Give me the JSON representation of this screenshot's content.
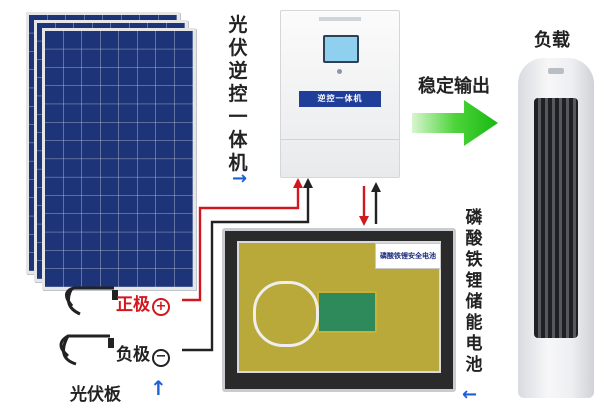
{
  "pv_panel": {
    "label": "光伏板",
    "positive_label": "正极",
    "negative_label": "负极"
  },
  "inverter": {
    "vertical_label": "光伏逆控一体机",
    "front_label": "逆控一体机"
  },
  "battery": {
    "vertical_label": "磷酸铁锂储能电池",
    "tag_text": "磷酸铁锂安全电池"
  },
  "output": {
    "label": "稳定输出"
  },
  "load": {
    "label": "负载"
  },
  "colors": {
    "positive_wire": "#d0181e",
    "negative_wire": "#222222",
    "arrow_green": "#22c51c",
    "indicator_blue": "#1f5fd6"
  },
  "icons": {
    "flow_arrow": "blue-up-arrow",
    "output_arrow": "green-right-arrow"
  }
}
